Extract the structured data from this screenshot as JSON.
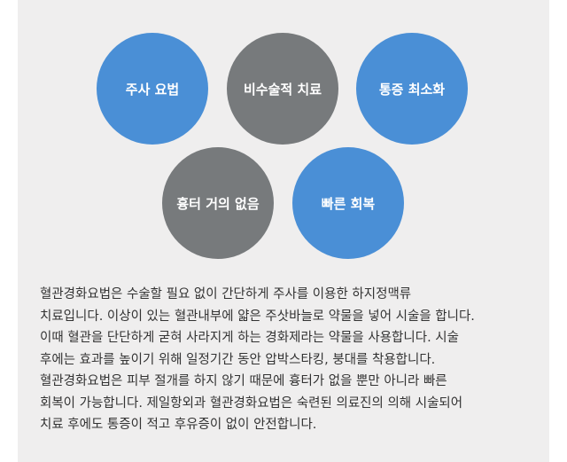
{
  "colors": {
    "panel_bg": "#efeeee",
    "blue": "#4a8fd6",
    "gray": "#777a7c",
    "text": "#333333"
  },
  "benefits": [
    {
      "label": "주사 요법",
      "color": "blue"
    },
    {
      "label": "비수술적 치료",
      "color": "gray"
    },
    {
      "label": "통증 최소화",
      "color": "blue"
    },
    {
      "label": "흉터 거의 없음",
      "color": "gray"
    },
    {
      "label": "빠른 회복",
      "color": "blue"
    }
  ],
  "description": [
    "혈관경화요법은 수술할 필요 없이 간단하게 주사를 이용한 하지정맥류",
    "치료입니다. 이상이 있는 혈관내부에 얇은 주삿바늘로 약물을 넣어 시술을 합니다.",
    "이때 혈관을 단단하게 굳혀 사라지게 하는 경화제라는 약물을 사용합니다. 시술",
    "후에는 효과를 높이기 위해 일정기간 동안 압박스타킹, 붕대를 착용합니다.",
    "혈관경화요법은 피부 절개를 하지 않기 때문에 흉터가 없을 뿐만 아니라 빠른",
    "회복이 가능합니다. 제일항외과 혈관경화요법은 숙련된 의료진의 의해 시술되어",
    "치료 후에도 통증이 적고 후유증이 없이 안전합니다."
  ]
}
